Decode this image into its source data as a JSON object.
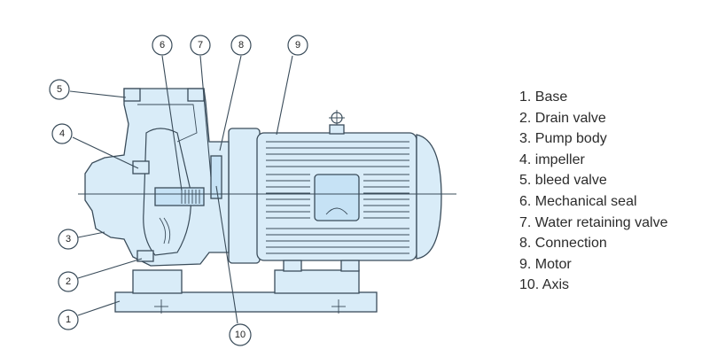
{
  "legend": {
    "items": [
      "1. Base",
      "2. Drain valve",
      "3. Pump body",
      "4. impeller",
      "5. bleed valve",
      "6. Mechanical seal",
      "7. Water retaining valve",
      "8. Connection",
      "9. Motor",
      "10. Axis"
    ]
  },
  "callouts": [
    "1",
    "2",
    "3",
    "4",
    "5",
    "6",
    "7",
    "8",
    "9",
    "10"
  ],
  "colors": {
    "body_fill": "#d9ecf8",
    "outline": "#3a4c5a",
    "text": "#2b2b2b"
  }
}
